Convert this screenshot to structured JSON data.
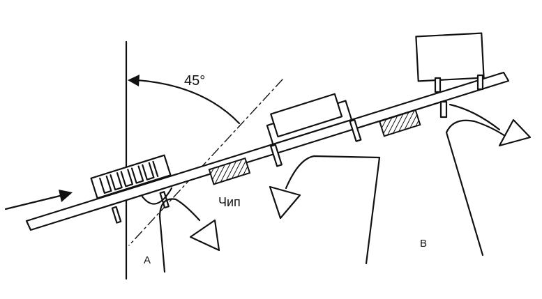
{
  "angle_label": "45°",
  "chip_label": "Чип",
  "point_a_label": "A",
  "point_b_label": "B",
  "colors": {
    "ink": "#111111",
    "background": "#ffffff"
  }
}
